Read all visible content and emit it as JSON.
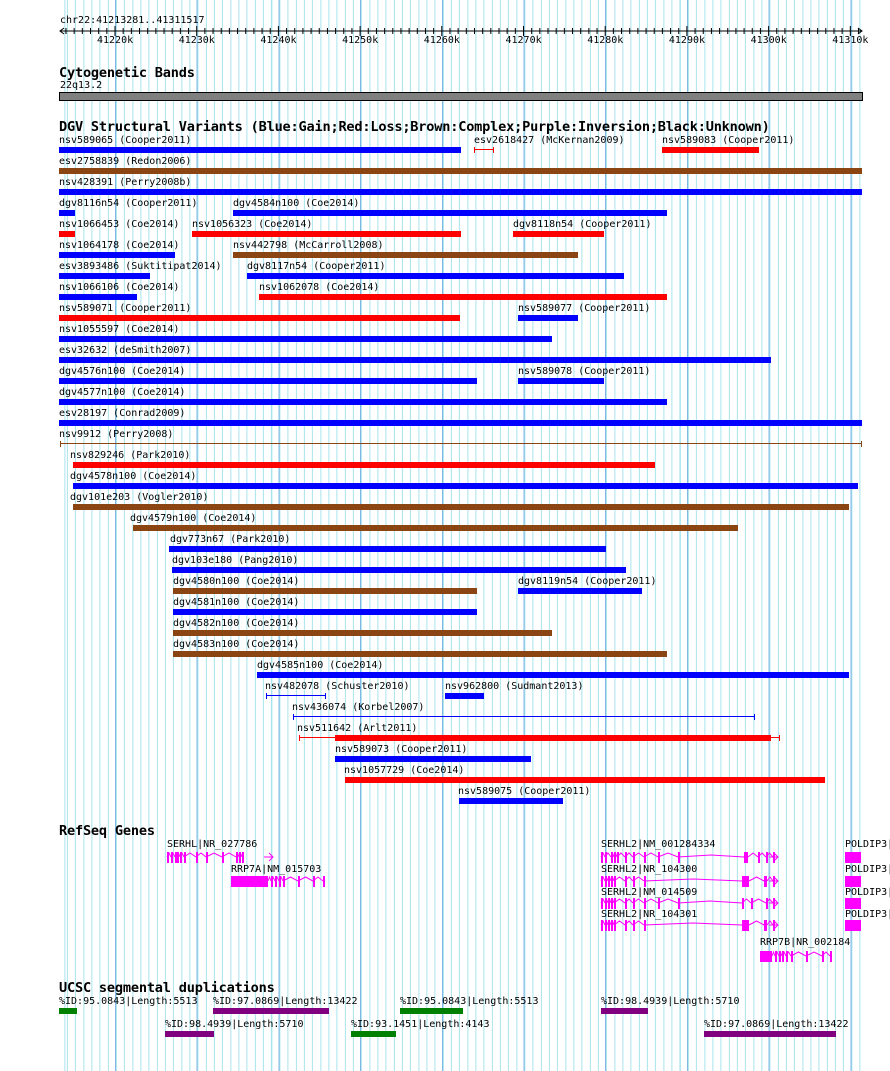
{
  "ruler": {
    "location": "chr22:41213281..41311517",
    "tick_labels": [
      "41220k",
      "41230k",
      "41240k",
      "41250k",
      "41260k",
      "41270k",
      "41280k",
      "41290k",
      "41300k",
      "41310k"
    ]
  },
  "cytoband": {
    "title": "Cytogenetic Bands",
    "band": "22q13.2"
  },
  "variants": {
    "title": "DGV Structural Variants (Blue:Gain;Red:Loss;Brown:Complex;Purple:Inversion;Black:Unknown)",
    "colors": {
      "gain": "#0000ff",
      "loss": "#ff0000",
      "complex": "#8b4513"
    },
    "rows": [
      [
        {
          "label": "nsv589065 (Cooper2011)",
          "type": "gain"
        },
        {
          "label": "esv2618427 (McKernan2009)",
          "type": "loss"
        },
        {
          "label": "nsv589083 (Cooper2011)",
          "type": "loss"
        }
      ],
      [
        {
          "label": "esv2758839 (Redon2006)",
          "type": "complex"
        }
      ],
      [
        {
          "label": "nsv428391 (Perry2008b)",
          "type": "gain"
        }
      ],
      [
        {
          "label": "dgv8116n54 (Cooper2011)",
          "type": "gain"
        },
        {
          "label": "dgv4584n100 (Coe2014)",
          "type": "gain"
        }
      ],
      [
        {
          "label": "nsv1066453 (Coe2014)",
          "type": "loss"
        },
        {
          "label": "nsv1056323 (Coe2014)",
          "type": "loss"
        },
        {
          "label": "dgv8118n54 (Cooper2011)",
          "type": "loss"
        }
      ],
      [
        {
          "label": "nsv1064178 (Coe2014)",
          "type": "gain"
        },
        {
          "label": "nsv442798 (McCarroll2008)",
          "type": "complex"
        }
      ],
      [
        {
          "label": "esv3893486 (Suktitipat2014)",
          "type": "gain"
        },
        {
          "label": "dgv8117n54 (Cooper2011)",
          "type": "gain"
        }
      ],
      [
        {
          "label": "nsv1066106 (Coe2014)",
          "type": "gain"
        },
        {
          "label": "nsv1062078 (Coe2014)",
          "type": "loss"
        }
      ],
      [
        {
          "label": "nsv589071 (Cooper2011)",
          "type": "loss"
        },
        {
          "label": "nsv589077 (Cooper2011)",
          "type": "gain"
        }
      ],
      [
        {
          "label": "nsv1055597 (Coe2014)",
          "type": "gain"
        }
      ],
      [
        {
          "label": "esv32632 (deSmith2007)",
          "type": "gain"
        }
      ],
      [
        {
          "label": "dgv4576n100 (Coe2014)",
          "type": "gain"
        },
        {
          "label": "nsv589078 (Cooper2011)",
          "type": "gain"
        }
      ],
      [
        {
          "label": "dgv4577n100 (Coe2014)",
          "type": "gain"
        }
      ],
      [
        {
          "label": "esv28197 (Conrad2009)",
          "type": "gain"
        }
      ],
      [
        {
          "label": "nsv9912 (Perry2008)",
          "type": "complex"
        }
      ],
      [
        {
          "label": "nsv829246 (Park2010)",
          "type": "loss"
        }
      ],
      [
        {
          "label": "dgv4578n100 (Coe2014)",
          "type": "gain"
        }
      ],
      [
        {
          "label": "dgv101e203 (Vogler2010)",
          "type": "complex"
        }
      ],
      [
        {
          "label": "dgv4579n100 (Coe2014)",
          "type": "complex"
        }
      ],
      [
        {
          "label": "dgv773n67 (Park2010)",
          "type": "gain"
        }
      ],
      [
        {
          "label": "dgv103e180 (Pang2010)",
          "type": "gain"
        }
      ],
      [
        {
          "label": "dgv4580n100 (Coe2014)",
          "type": "complex"
        },
        {
          "label": "dgv8119n54 (Cooper2011)",
          "type": "gain"
        }
      ],
      [
        {
          "label": "dgv4581n100 (Coe2014)",
          "type": "gain"
        }
      ],
      [
        {
          "label": "dgv4582n100 (Coe2014)",
          "type": "complex"
        }
      ],
      [
        {
          "label": "dgv4583n100 (Coe2014)",
          "type": "complex"
        }
      ],
      [
        {
          "label": "dgv4585n100 (Coe2014)",
          "type": "gain"
        }
      ],
      [
        {
          "label": "nsv482078 (Schuster2010)",
          "type": "gain"
        },
        {
          "label": "nsv962800 (Sudmant2013)",
          "type": "gain"
        }
      ],
      [
        {
          "label": "nsv436074 (Korbel2007)",
          "type": "gain"
        }
      ],
      [
        {
          "label": "nsv511642 (Arlt2011)",
          "type": "loss"
        }
      ],
      [
        {
          "label": "nsv589073 (Cooper2011)",
          "type": "gain"
        }
      ],
      [
        {
          "label": "nsv1057729 (Coe2014)",
          "type": "loss"
        }
      ],
      [
        {
          "label": "nsv589075 (Cooper2011)",
          "type": "gain"
        }
      ]
    ]
  },
  "genes": {
    "title": "RefSeq Genes",
    "color": "#ff00ff",
    "items": [
      {
        "label": "SERHL|NR_027786"
      },
      {
        "label": "RRP7A|NM_015703"
      },
      {
        "label": "SERHL2|NM_001284334"
      },
      {
        "label": "SERHL2|NR_104300"
      },
      {
        "label": "SERHL2|NM_014509"
      },
      {
        "label": "SERHL2|NR_104301"
      },
      {
        "label": "POLDIP3|"
      },
      {
        "label": "POLDIP3|"
      },
      {
        "label": "POLDIP3|"
      },
      {
        "label": "POLDIP3|"
      },
      {
        "label": "RRP7B|NR_002184"
      }
    ]
  },
  "segdups": {
    "title": "UCSC segmental duplications",
    "colors": {
      "green": "#008000",
      "purple": "#800080"
    },
    "items": [
      {
        "label": "%ID:95.0843|Length:5513",
        "color": "green"
      },
      {
        "label": "%ID:97.0869|Length:13422",
        "color": "purple"
      },
      {
        "label": "%ID:95.0843|Length:5513",
        "color": "green"
      },
      {
        "label": "%ID:98.4939|Length:5710",
        "color": "purple"
      },
      {
        "label": "%ID:98.4939|Length:5710",
        "color": "purple"
      },
      {
        "label": "%ID:93.1451|Length:4143",
        "color": "green"
      },
      {
        "label": "%ID:97.0869|Length:13422",
        "color": "purple"
      }
    ]
  }
}
